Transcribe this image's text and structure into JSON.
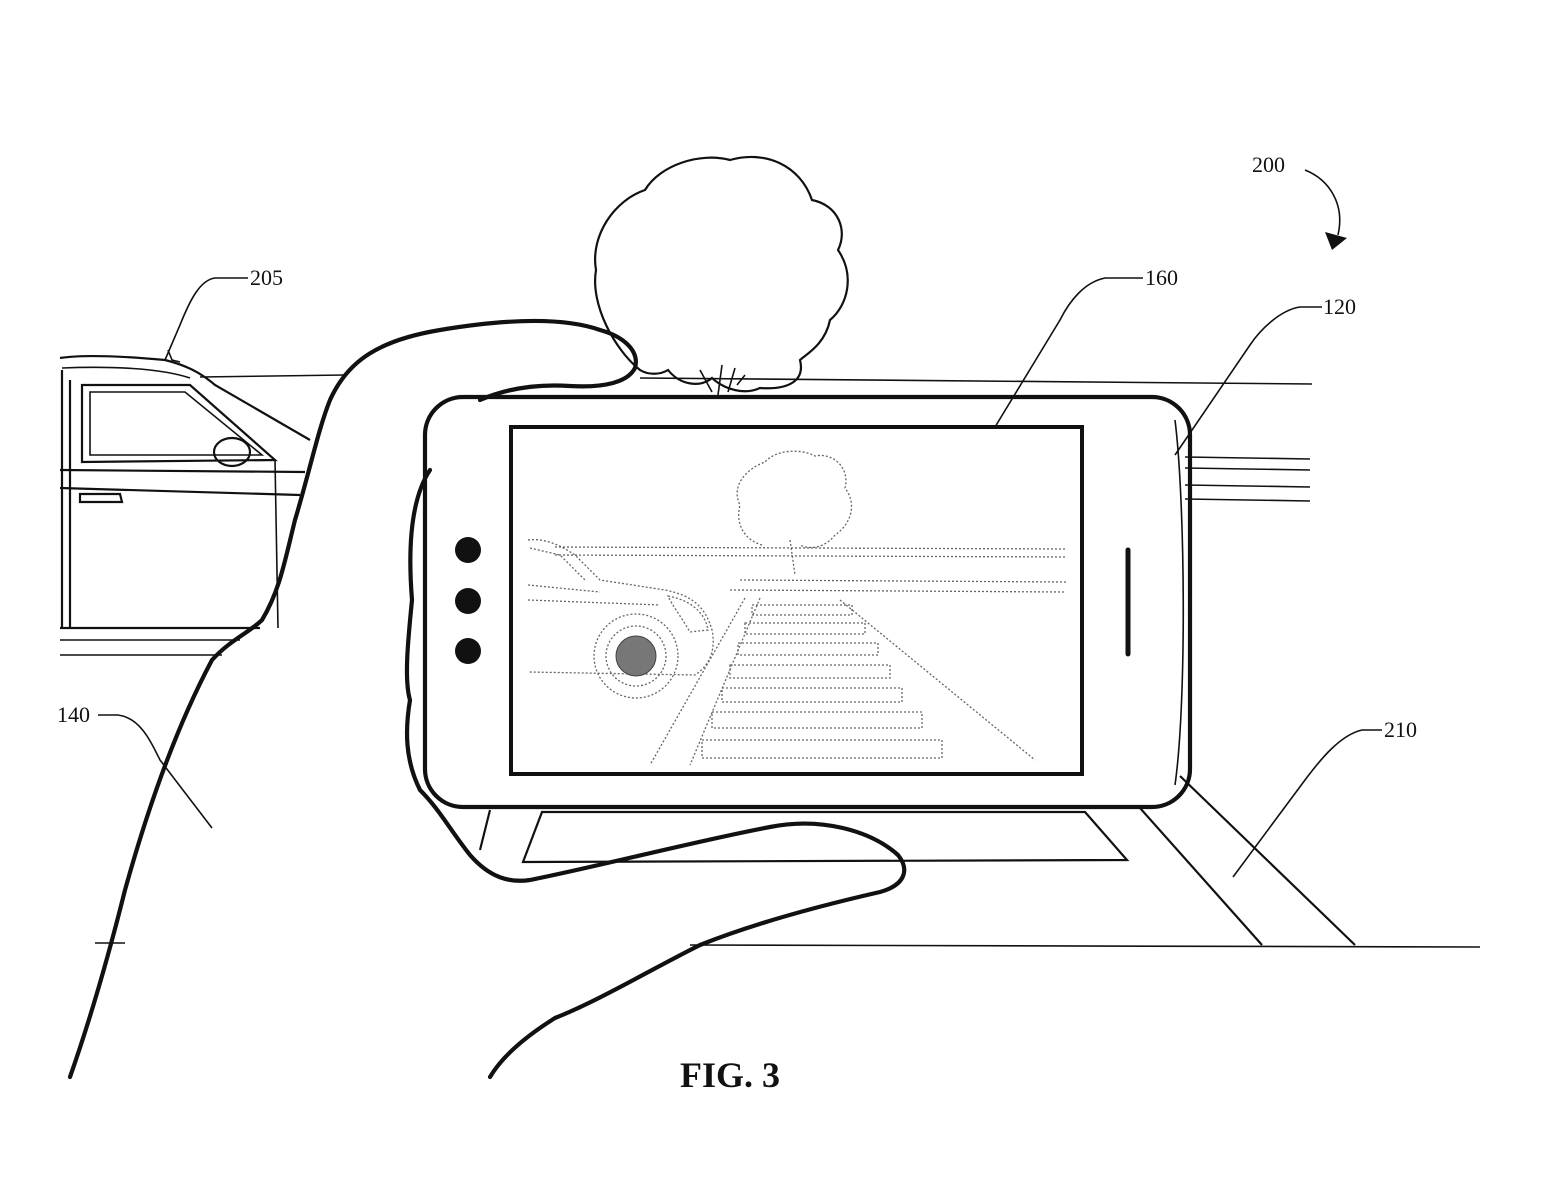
{
  "figure": {
    "caption": "FIG. 3",
    "reference_numerals": {
      "system": "200",
      "vehicle": "205",
      "display": "160",
      "device": "120",
      "hand": "140",
      "road_marking": "210"
    },
    "colors": {
      "line": "#111111",
      "background": "#ffffff"
    }
  }
}
